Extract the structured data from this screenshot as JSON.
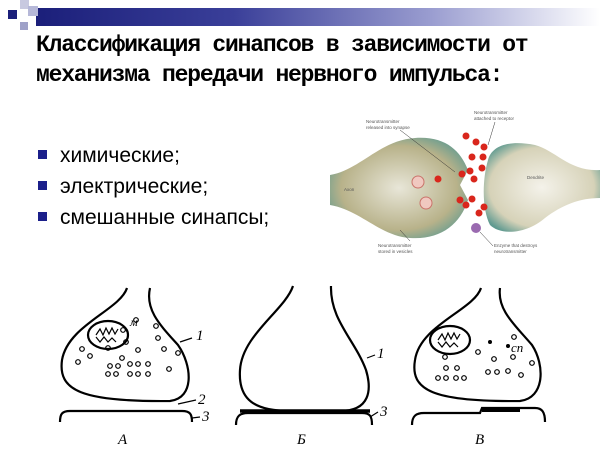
{
  "slide": {
    "title": "Классификация синапсов в зависимости от механизма передачи нервного импульса:",
    "bullets": [
      "химические;",
      "электрические;",
      "смешанные синапсы;"
    ],
    "accent_color": "#1b1f7a"
  },
  "photo": {
    "labels": {
      "released": [
        "Neurotransmitter",
        "released into synapse"
      ],
      "attached": [
        "Neurotransmitter",
        "attached to receptor"
      ],
      "axon": "Axon",
      "dendrite": "Dendrite",
      "stored": [
        "Neurotransmitter",
        "stored in vesicles"
      ],
      "enzyme": [
        "Enzyme that destroys",
        "neurotransmitter"
      ]
    }
  },
  "diagram": {
    "labels": {
      "m": "м",
      "sp": "сп",
      "one": "1",
      "two": "2",
      "three": "3"
    },
    "captions": [
      "А",
      "Б",
      "В"
    ]
  }
}
